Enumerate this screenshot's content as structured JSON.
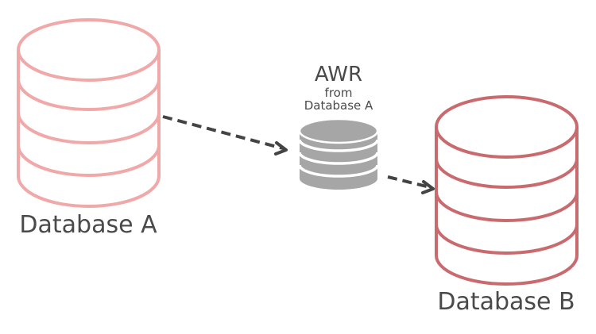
{
  "source_db": {
    "label": "Database A",
    "color": "#f0a8a8"
  },
  "awr": {
    "title": "AWR",
    "subtitle_line1": "from",
    "subtitle_line2": "Database A",
    "color": "#a6a6a6"
  },
  "target_db": {
    "label": "Database B",
    "color": "#c96a6e"
  },
  "arrow_color": "#444444"
}
